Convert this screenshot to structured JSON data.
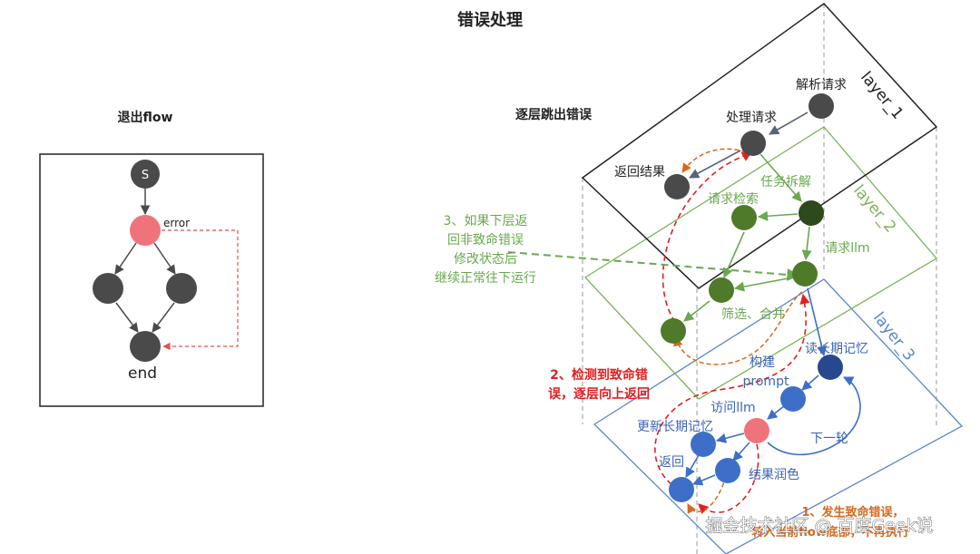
{
  "title": "错误处理",
  "left_panel": {
    "title": "退出flow",
    "start_label": "S",
    "error_label": "error",
    "end_label": "end"
  },
  "right_panel": {
    "title": "逐层跳出错误",
    "layers": [
      "layer_1",
      "layer_2",
      "layer_3"
    ],
    "layer1_nodes": [
      "解析请求",
      "处理请求",
      "返回结果"
    ],
    "layer2_nodes": [
      "任务拆解",
      "请求检索",
      "请求llm",
      "筛选、合并"
    ],
    "layer3_nodes": [
      "读长期记忆",
      "构建",
      "prompt",
      "访问llm",
      "更新长期记忆",
      "返回",
      "结果润色",
      "下一轮"
    ],
    "note_nonfatal": [
      "3、如果下层返",
      "回非致命错误",
      "修改状态后",
      "继续正常往下运行"
    ],
    "note_fatal": [
      "2、检测到致命错",
      "误，逐层向上返回"
    ],
    "note_occur": [
      "1、发生致命错误，",
      "转入当前flow底部，不再执行"
    ]
  },
  "colors": {
    "node_dark": "#4a4a4a",
    "node_error": "#f0737b",
    "node_green": "#4e7a2a",
    "node_green_dark": "#2d4a1c",
    "node_blue": "#3e6fc8",
    "node_blue_dark": "#28488e",
    "layer2_line": "#7cb35a",
    "layer3_line": "#5b86cc",
    "fatal_red": "#e02020",
    "orange": "#d6681e",
    "green_text": "#6aa84f",
    "blue_text": "#3b64b5"
  },
  "watermark": "掘金技术社区 @ 百度Geek说"
}
